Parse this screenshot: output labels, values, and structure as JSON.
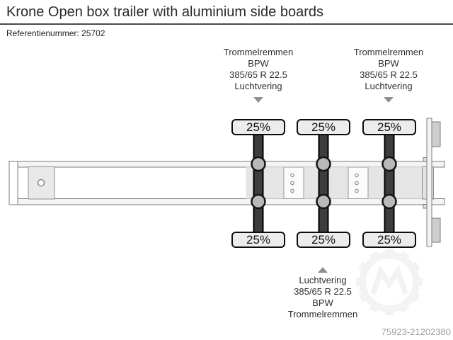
{
  "page": {
    "title": "Krone Open box trailer with aluminium side boards",
    "reference": "Referentienummer: 25702",
    "listing_id": "75923-21202380"
  },
  "diagram": {
    "axle_labels_top_front": [
      "Trommelremmen",
      "BPW",
      "385/65 R 22.5",
      "Luchtvering"
    ],
    "axle_labels_top_rear": [
      "Trommelremmen",
      "BPW",
      "385/65 R 22.5",
      "Luchtvering"
    ],
    "axle_labels_bottom": [
      "Luchtvering",
      "385/65 R 22.5",
      "BPW",
      "Trommelremmen"
    ],
    "tyre_tread": {
      "top_row": [
        "25%",
        "25%",
        "25%"
      ],
      "bottom_row": [
        "25%",
        "25%",
        "25%"
      ]
    },
    "icons": {
      "down_arrow": "down-triangle",
      "up_arrow": "up-triangle",
      "watermark": "gear-with-m-logo"
    },
    "colors": {
      "axle_bar": "#3d3d3d",
      "hub": "#b9b9b9",
      "tread_box_bg": "#ececec",
      "frame_stroke": "#7d7d7d",
      "arrow": "#8f8f8f",
      "listing_id_text": "#9c9c9c",
      "watermark": "#eaeaea"
    }
  }
}
